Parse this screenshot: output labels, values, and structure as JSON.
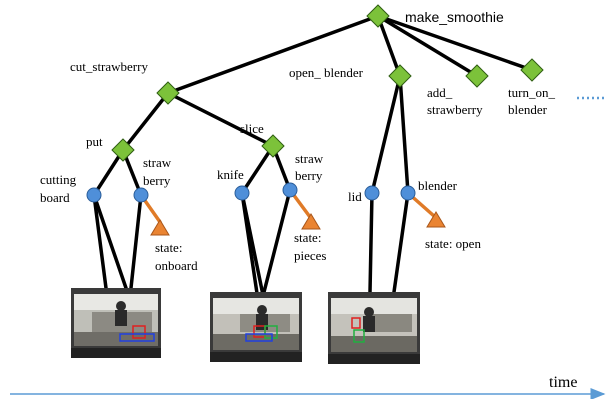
{
  "colors": {
    "and_node": "#7cc23a",
    "or_node": "#4f8fd9",
    "state_node": "#ea8432",
    "state_edge": "#e07b28",
    "edge": "#000000",
    "time_arrow": "#5b9bd5",
    "ellipsis": "#5b9bd5"
  },
  "nodes": {
    "root": "make_smoothie",
    "cut_strawberry": "cut_strawberry",
    "open_blender": "open_ blender",
    "add_strawberry": [
      "add_",
      "strawberry"
    ],
    "turn_on_blender": [
      "turn_on_",
      "blender"
    ],
    "put": "put",
    "slice": "slice",
    "cutting_board": [
      "cutting",
      "board"
    ],
    "strawberry_1": [
      "straw",
      "berry"
    ],
    "knife": "knife",
    "strawberry_2": [
      "straw",
      "berry"
    ],
    "lid": "lid",
    "blender": "blender"
  },
  "states": {
    "onboard": [
      "state:",
      "onboard"
    ],
    "pieces": [
      "state:",
      "pieces"
    ],
    "open": "state: open"
  },
  "frames": [
    "video-frame-1",
    "video-frame-2",
    "video-frame-3"
  ],
  "time_label": "time"
}
